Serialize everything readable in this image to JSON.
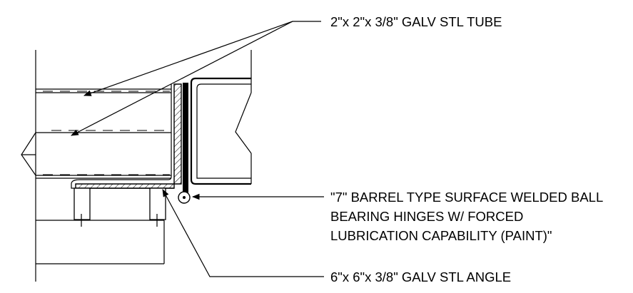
{
  "callouts": {
    "tube": "2\"x 2\"x 3/8\" GALV STL TUBE",
    "hinge": [
      "\"7\" BARREL TYPE SURFACE WELDED BALL",
      "BEARING HINGES W/ FORCED",
      "LUBRICATION CAPABILITY (PAINT)\""
    ],
    "angle": "6\"x 6\"x 3/8\" GALV STL ANGLE"
  }
}
